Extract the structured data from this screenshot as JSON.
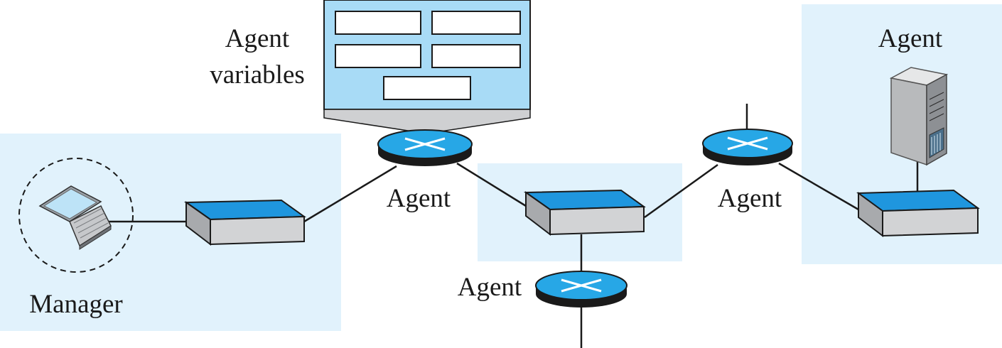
{
  "labels": {
    "manager": "Manager",
    "agent_variables_line1": "Agent",
    "agent_variables_line2": "variables",
    "agent_router_top": "Agent",
    "agent_router_bottom": "Agent",
    "agent_router_right": "Agent",
    "agent_server": "Agent"
  },
  "colors": {
    "region_fill": "#e1f2fc",
    "device_top": "#1f96de",
    "device_side": "#d2d3d5",
    "router_fill": "#27a7e6",
    "variables_panel": "#a8dbf6",
    "line": "#1a1a1a"
  },
  "icons": {
    "manager": "laptop-icon",
    "server": "server-tower-icon",
    "router": "router-icon",
    "switch": "switch-icon"
  }
}
